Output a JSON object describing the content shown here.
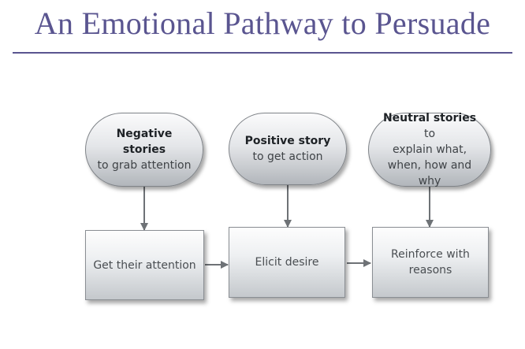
{
  "title": "An Emotional Pathway to Persuade",
  "pills": [
    {
      "bold": "Negative stories",
      "rest": "to grab attention"
    },
    {
      "bold": "Positive story",
      "rest": "to get action"
    },
    {
      "bold": "Neutral stories",
      "rest1": "to",
      "rest2": "explain what, when, how and why"
    }
  ],
  "boxes": [
    {
      "label": "Get their attention"
    },
    {
      "label": "Elicit desire"
    },
    {
      "label": "Reinforce with reasons"
    }
  ]
}
